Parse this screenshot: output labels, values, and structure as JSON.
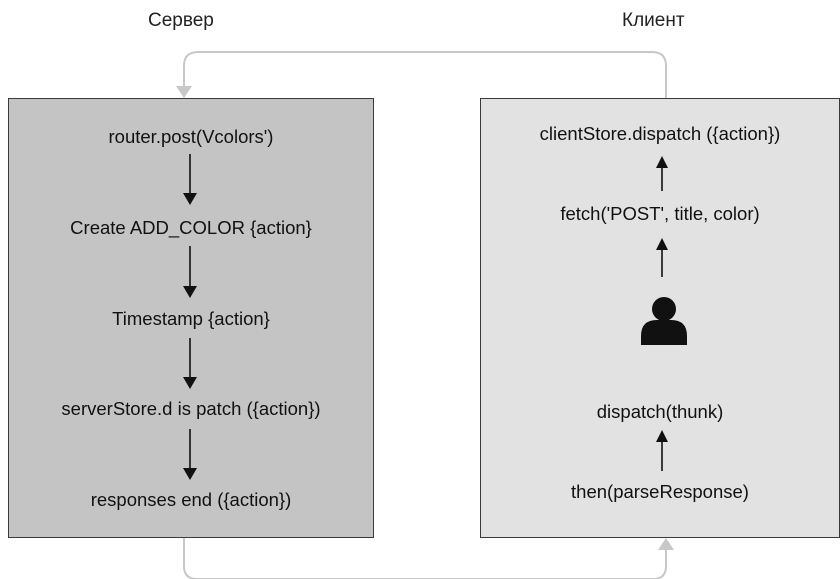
{
  "colors": {
    "server_panel": "#c4c4c4",
    "client_panel": "#e2e2e2",
    "connector": "#c8c8c8",
    "arrow": "#111111"
  },
  "server": {
    "title": "Сервер",
    "steps": [
      "router.post(Vcolors')",
      "Create ADD_COLOR {action}",
      "Timestamp {action}",
      "serverStore.d is patch ({action})",
      "responses end ({action})"
    ]
  },
  "client": {
    "title": "Клиент",
    "steps": [
      "clientStore.dispatch ({action})",
      "fetch('POST', title, color)",
      "dispatch(thunk)",
      "then(parseResponse)"
    ],
    "user_icon": "user-icon"
  }
}
